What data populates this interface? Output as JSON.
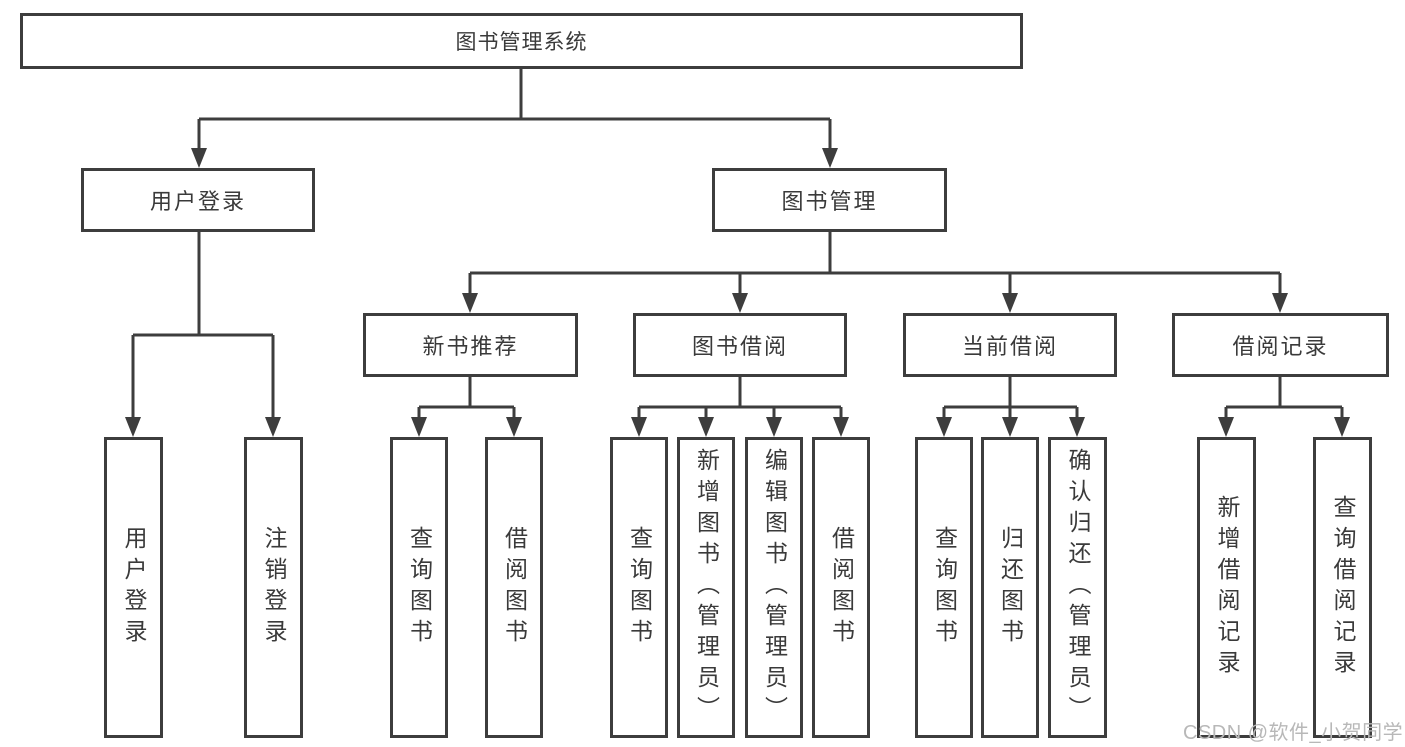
{
  "tree": {
    "root": {
      "label": "图书管理系统"
    },
    "branches": [
      {
        "label": "用户登录",
        "children": [
          {
            "label": "用户登录"
          },
          {
            "label": "注销登录"
          }
        ]
      },
      {
        "label": "图书管理",
        "children": [
          {
            "label": "新书推荐",
            "children": [
              {
                "label": "查询图书"
              },
              {
                "label": "借阅图书"
              }
            ]
          },
          {
            "label": "图书借阅",
            "children": [
              {
                "label": "查询图书"
              },
              {
                "label": "新增图书（管理员）"
              },
              {
                "label": "编辑图书（管理员）"
              },
              {
                "label": "借阅图书"
              }
            ]
          },
          {
            "label": "当前借阅",
            "children": [
              {
                "label": "查询图书"
              },
              {
                "label": "归还图书"
              },
              {
                "label": "确认归还（管理员）"
              }
            ]
          },
          {
            "label": "借阅记录",
            "children": [
              {
                "label": "新增借阅记录"
              },
              {
                "label": "查询借阅记录"
              }
            ]
          }
        ]
      }
    ]
  },
  "watermark": "CSDN @软件_小贺同学",
  "colors": {
    "line": "#3d3d3d",
    "text": "#3a3a3a",
    "watermark_text": "#b8b8b8",
    "background": "#ffffff"
  }
}
